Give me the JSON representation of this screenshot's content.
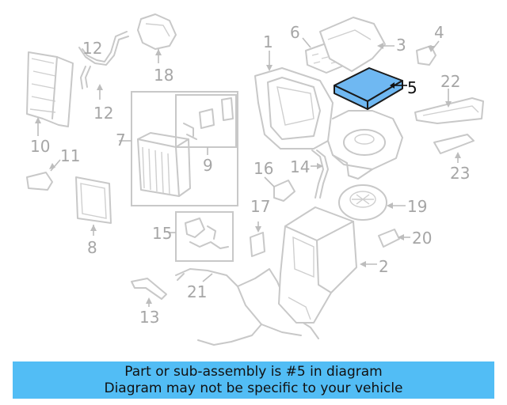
{
  "callouts": {
    "c1": "1",
    "c2": "2",
    "c3": "3",
    "c4": "4",
    "c5": "5",
    "c6": "6",
    "c7": "7",
    "c8": "8",
    "c9": "9",
    "c10": "10",
    "c11": "11",
    "c12a": "12",
    "c12b": "12",
    "c13": "13",
    "c14": "14",
    "c15": "15",
    "c16": "16",
    "c17": "17",
    "c18": "18",
    "c19": "19",
    "c20": "20",
    "c21": "21",
    "c22": "22",
    "c23": "23"
  },
  "highlighted_part": "5",
  "colors": {
    "highlight": "#6fb8f2",
    "banner": "#52bdf5",
    "line_art": "#c8c8c8"
  },
  "banner": {
    "line1": "Part or sub-assembly is #5 in diagram",
    "line2": "Diagram may not be specific to your vehicle"
  }
}
